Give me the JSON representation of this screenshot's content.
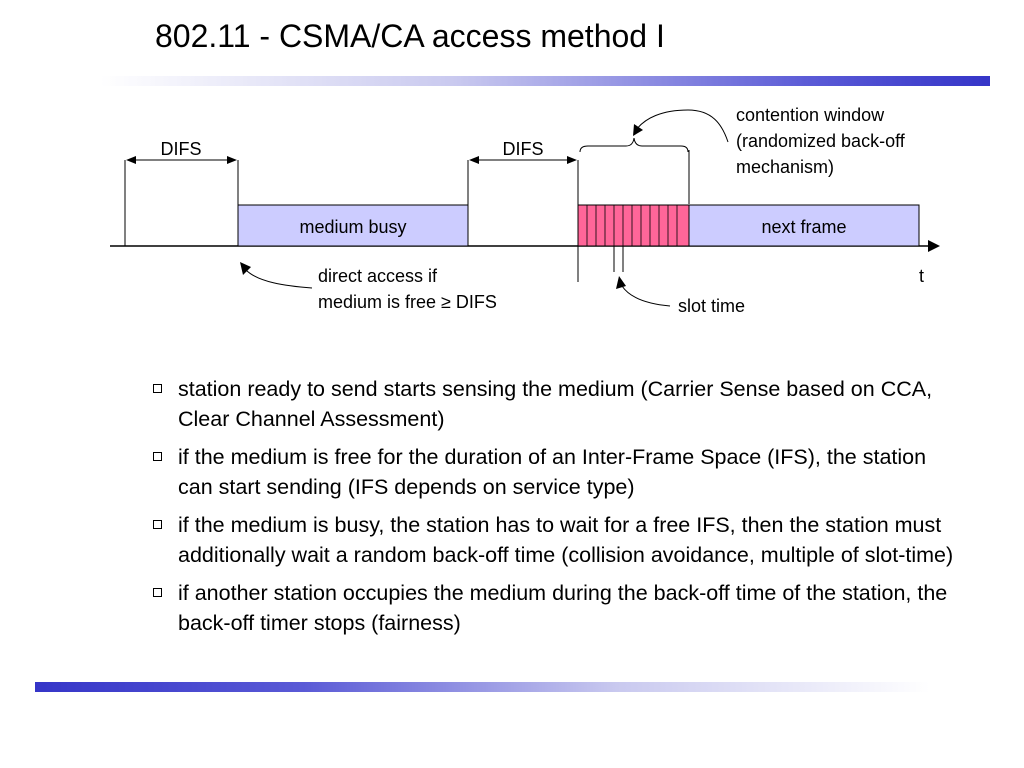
{
  "title": "802.11 - CSMA/CA access method I",
  "diagram": {
    "difs_left_label": "DIFS",
    "difs_right_label": "DIFS",
    "medium_busy_label": "medium busy",
    "next_frame_label": "next frame",
    "contention_window_line1": "contention window",
    "contention_window_line2": "(randomized back-off",
    "contention_window_line3": "mechanism)",
    "direct_access_line1": "direct access if",
    "direct_access_line2": "medium is free ≥ DIFS",
    "slot_time_label": "slot time",
    "time_axis_label": "t",
    "colors": {
      "medium_busy_fill": "#ccccff",
      "contention_fill": "#ff6699",
      "next_frame_fill": "#ccccff"
    }
  },
  "bullets": [
    "station ready to send starts sensing the medium (Carrier Sense based on CCA, Clear Channel Assessment)",
    "if the medium is free for the duration of an Inter-Frame Space (IFS), the station can start sending (IFS depends on service type)",
    "if the medium is busy, the station has to wait for a free IFS, then the station must additionally wait a random back-off time (collision avoidance, multiple of slot-time)",
    "if another station occupies the medium during the back-off time of the station, the back-off timer stops (fairness)"
  ]
}
